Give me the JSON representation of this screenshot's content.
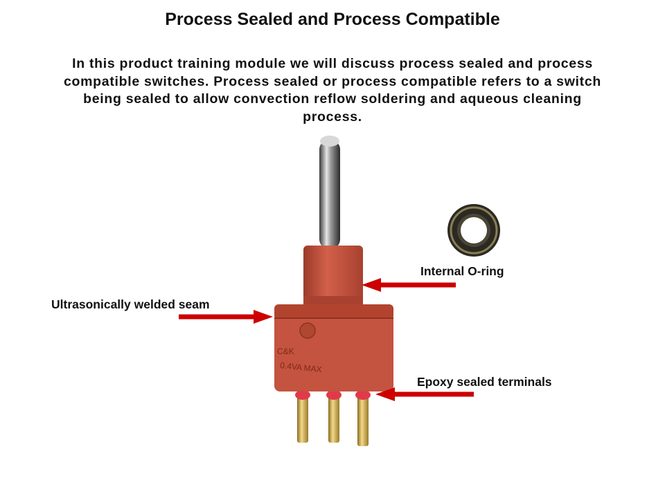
{
  "slide": {
    "title": "Process Sealed and Process Compatible",
    "intro": "In this product training module we will discuss process sealed and process compatible switches. Process sealed or process compatible refers to a switch being sealed to allow convection reflow soldering and aqueous cleaning process."
  },
  "switch_markings": {
    "line1": "C&K",
    "line2": "0.4VA MAX"
  },
  "callouts": {
    "seam": "Ultrasonically welded seam",
    "oring": "Internal O-ring",
    "terminals": "Epoxy sealed terminals"
  },
  "colors": {
    "arrow": "#cc0000",
    "switch_body": "#c4533f",
    "terminal_gold": "#d4b24a"
  }
}
